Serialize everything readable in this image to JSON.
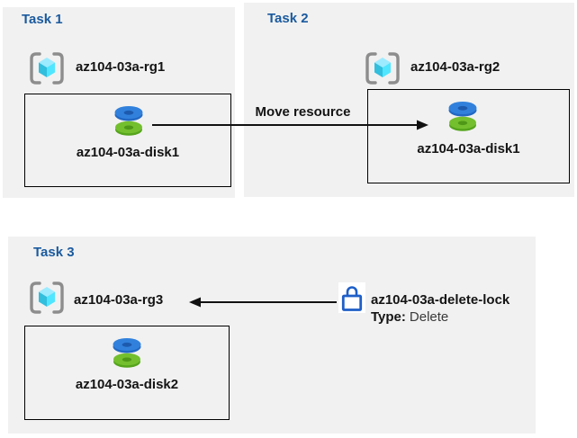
{
  "diagram": {
    "tasks": [
      {
        "title": "Task 1",
        "resource_group": "az104-03a-rg1",
        "resource": "az104-03a-disk1"
      },
      {
        "title": "Task 2",
        "resource_group": "az104-03a-rg2",
        "resource": "az104-03a-disk1"
      },
      {
        "title": "Task 3",
        "resource_group": "az104-03a-rg3",
        "resource": "az104-03a-disk2"
      }
    ],
    "move_arrow_label": "Move resource",
    "lock": {
      "name": "az104-03a-delete-lock",
      "type_label": "Type:",
      "type_value": "Delete"
    },
    "icons": {
      "resource_group_icon": "azure-resource-group",
      "disk_icon": "azure-managed-disk",
      "lock_icon": "delete-lock-padlock"
    },
    "colors": {
      "panel_bg": "#F1F1F1",
      "task_title": "#1A5A9E",
      "bracket_gray": "#8D8D8D",
      "cube_top": "#9CEBFF",
      "cube_left": "#32BEDD",
      "cube_right": "#50E6FF",
      "disk_blue": "#3181DC",
      "disk_blue_dark": "#1D5AAE",
      "disk_green": "#73BF2E",
      "disk_green_dark": "#4E9717",
      "lock_blue": "#1E5FC8",
      "arrow_black": "#111111"
    }
  }
}
